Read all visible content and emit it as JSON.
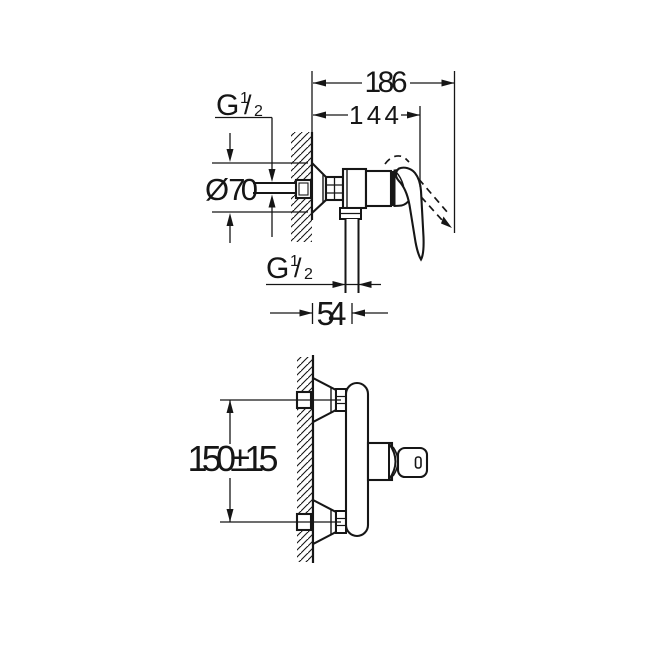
{
  "colors": {
    "background": "#ffffff",
    "line": "#161616"
  },
  "labels": {
    "dim_total_depth": "186",
    "dim_body_depth": "144",
    "dim_diameter": "Ø 70",
    "dim_outlet_offset": "54",
    "dim_mounting_distance": "150±15",
    "thread_top": {
      "g": "G",
      "num": "1",
      "slash": "/",
      "den": "2"
    },
    "thread_bottom": {
      "g": "G",
      "num": "1",
      "slash": "/",
      "den": "2"
    }
  }
}
